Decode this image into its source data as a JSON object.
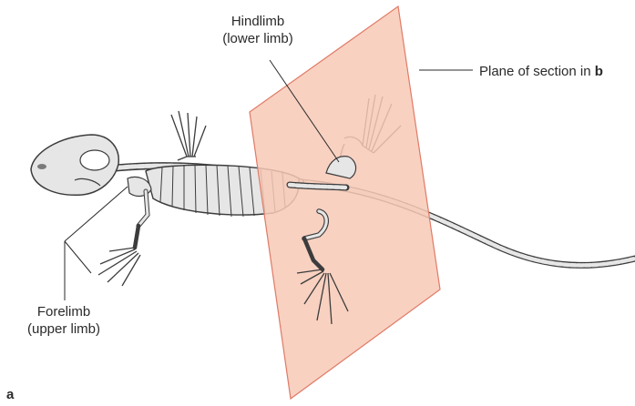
{
  "labels": {
    "hindlimb_title": "Hindlimb",
    "hindlimb_sub": "(lower limb)",
    "forelimb_title": "Forelimb",
    "forelimb_sub": "(upper limb)",
    "plane_text": "Plane of section in",
    "plane_ref": "b",
    "panel_letter": "a"
  },
  "colors": {
    "plane_fill": "#f7c9b6",
    "plane_stroke": "#e07a66",
    "bone_fill": "#e6e6e6",
    "bone_stroke": "#3c3c3c",
    "leader_line": "#2a2a2a"
  }
}
